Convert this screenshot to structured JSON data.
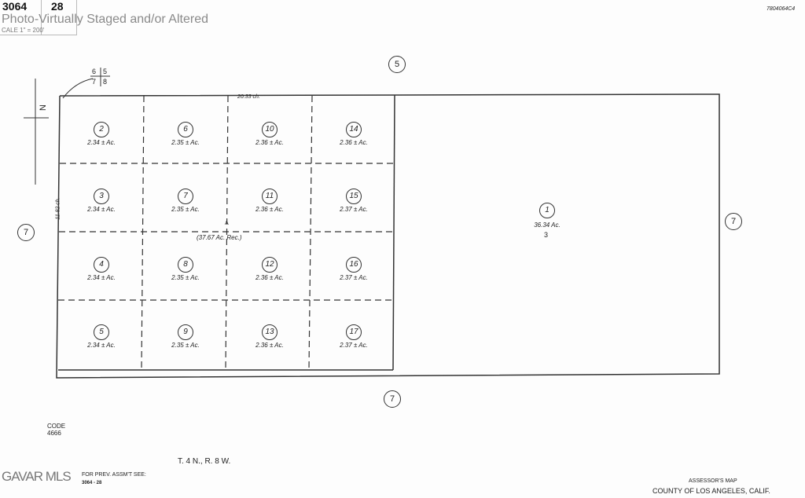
{
  "header": {
    "map_book": "3064",
    "map_page": "28",
    "scale_label": "CALE 1\" = 200'",
    "watermark": "Photo-Virtually Staged and/or Altered",
    "map_ref": "7804064C4"
  },
  "north_label": "N",
  "section_corner": [
    "6",
    "5",
    "7",
    "8"
  ],
  "dimensions": {
    "top": "20.33 ch.",
    "left": "11.82 ch.",
    "record": "(37.67 Ac. Rec.)",
    "point": "A"
  },
  "lots": [
    {
      "num": "2",
      "area": "2.34 ± Ac."
    },
    {
      "num": "6",
      "area": "2.35 ± Ac."
    },
    {
      "num": "10",
      "area": "2.36 ± Ac."
    },
    {
      "num": "14",
      "area": "2.36 ± Ac."
    },
    {
      "num": "3",
      "area": "2.34 ± Ac."
    },
    {
      "num": "7",
      "area": "2.35 ± Ac."
    },
    {
      "num": "11",
      "area": "2.36 ± Ac."
    },
    {
      "num": "15",
      "area": "2.37 ± Ac."
    },
    {
      "num": "4",
      "area": "2.34 ± Ac."
    },
    {
      "num": "8",
      "area": "2.35 ± Ac."
    },
    {
      "num": "12",
      "area": "2.36 ± Ac."
    },
    {
      "num": "16",
      "area": "2.37 ± Ac."
    },
    {
      "num": "5",
      "area": "2.34 ± Ac."
    },
    {
      "num": "9",
      "area": "2.35 ± Ac."
    },
    {
      "num": "13",
      "area": "2.36 ± Ac."
    },
    {
      "num": "17",
      "area": "2.37 ± Ac."
    }
  ],
  "big_parcel": {
    "num": "1",
    "area": "36.34 Ac.",
    "sub": "3"
  },
  "adjacent": {
    "north": "5",
    "west": "7",
    "east": "7",
    "south": "7"
  },
  "footer": {
    "code_label": "CODE",
    "code": "4666",
    "township": "T. 4 N., R. 8 W.",
    "mls_logo": "GAVAR MLS",
    "prev_label": "FOR PREV. ASSM'T SEE:",
    "prev_ref": "3064 - 28",
    "assessor_title": "ASSESSOR'S MAP",
    "county": "COUNTY OF LOS ANGELES, CALIF."
  }
}
